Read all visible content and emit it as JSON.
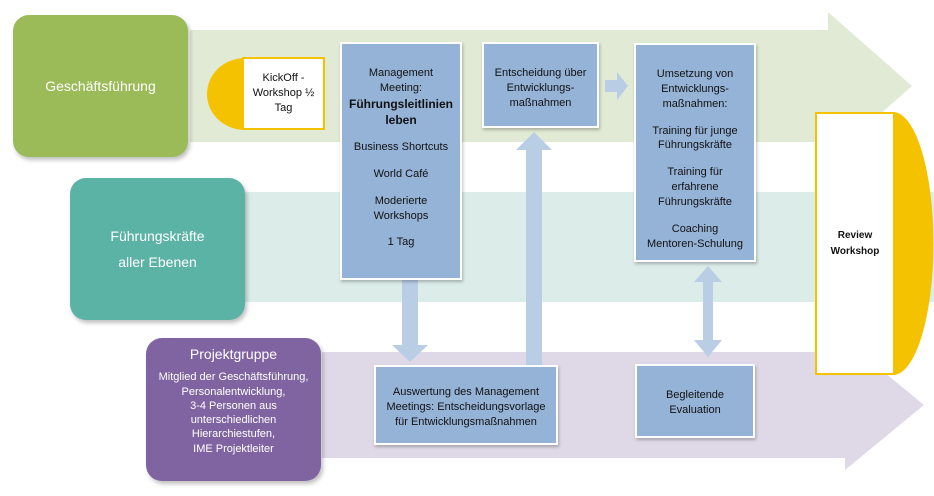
{
  "roles": {
    "geschaeftsfuehrung": "Geschäftsführung",
    "fuehrungskraefte_line1": "Führungskräfte",
    "fuehrungskraefte_line2": "aller Ebenen",
    "projektgruppe_title": "Projektgruppe",
    "projektgruppe_lines": [
      "Mitglied der Geschäftsführung,",
      "Personalentwicklung,",
      "3-4 Personen aus",
      "unterschiedlichen",
      "Hierarchiestufen,",
      "IME Projektleiter"
    ]
  },
  "kickoff": {
    "lines": [
      "KickOff -",
      "Workshop",
      "½ Tag"
    ]
  },
  "management_meeting": {
    "title_lines": [
      "Management",
      "Meeting:"
    ],
    "bold_lines": [
      "Führungsleitlinien",
      "leben"
    ],
    "items": [
      "Business Shortcuts",
      "World Café",
      "Moderierte",
      "Workshops",
      "1 Tag"
    ]
  },
  "entscheidung": {
    "lines": [
      "Entscheidung über",
      "Entwicklungs-",
      "maßnahmen"
    ]
  },
  "umsetzung": {
    "lines": [
      "Umsetzung von",
      "Entwicklungs-",
      "maßnahmen:"
    ],
    "item1": [
      "Training für junge",
      "Führungskräfte"
    ],
    "item2": [
      "Training für",
      "erfahrene",
      "Führungskräfte"
    ],
    "item3": [
      "Coaching",
      "Mentoren-Schulung"
    ]
  },
  "auswertung": {
    "lines": [
      "Auswertung des Management",
      "Meetings: Entscheidungsvorlage",
      "für Entwicklungsmaßnahmen"
    ]
  },
  "evaluation": {
    "lines": [
      "Begleitende",
      "Evaluation"
    ]
  },
  "review": {
    "lines": [
      "Review",
      "Workshop"
    ]
  },
  "colors": {
    "green": "#9bbb59",
    "teal": "#5bb3a5",
    "purple": "#8064a2",
    "box_blue": "#95b3d7",
    "band_green": "#e1ead4",
    "band_teal": "#dbece9",
    "band_purple": "#dfd9e7",
    "yellow": "#f5c200"
  }
}
